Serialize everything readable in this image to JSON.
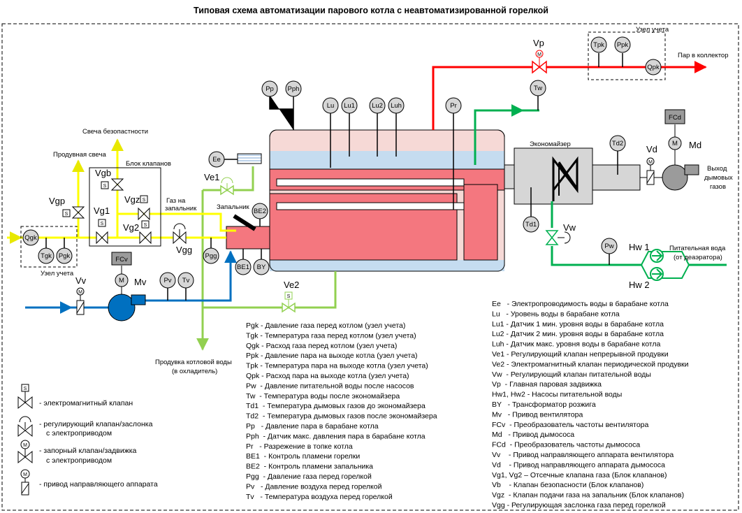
{
  "title": "Типовая схема автоматизации парового котла с неавтоматизированной горелкой",
  "labels": {
    "uzel_top": "Узел учета",
    "par_v_kollektor": "Пар в коллектор",
    "svecha_bez": "Свеча безопастности",
    "produv_svecha": "Продувная свеча",
    "blok_klapanov": "Блок клапанов",
    "gaz_na_1": "Газ на",
    "gaz_na_2": "запальник",
    "zapalnik": "Запальник",
    "economizer": "Экономайзер",
    "vyhod_1": "Выход",
    "vyhod_2": "дымовых",
    "vyhod_3": "газов",
    "pitat_1": "Питательная вода",
    "pitat_2": "(от деаэратора)",
    "uzel_bottom": "Узел учета",
    "produvka_1": "Продувка котловой воды",
    "produvka_2": "(в охладитель)"
  },
  "tags": {
    "Vp": "Vp",
    "Ve1": "Ve1",
    "Ve2": "Ve2",
    "Vgb": "Vgb",
    "Vgp": "Vgp",
    "Vg1": "Vg1",
    "Vgz": "Vgz",
    "Vg2": "Vg2",
    "Vgg": "Vgg",
    "Vv": "Vv",
    "Mv": "Mv",
    "Vd": "Vd",
    "Md": "Md",
    "Vw": "Vw",
    "Hw1": "Hw 1",
    "Hw2": "Hw 2"
  },
  "instruments": {
    "Tpk": "Tpk",
    "Ppk": "Ppk",
    "Qpk": "Qpk",
    "Tw": "Tw",
    "Pp": "Pp",
    "Pph": "Pph",
    "Lu": "Lu",
    "Lu1": "Lu1",
    "Lu2": "Lu2",
    "Luh": "Luh",
    "Pr": "Pr",
    "Ee": "Ee",
    "BE2": "BE2",
    "BE1": "BE1",
    "BY": "BY",
    "Pgg": "Pgg",
    "Qgk": "Qgk",
    "Tgk": "Tgk",
    "Pgk": "Pgk",
    "Pv": "Pv",
    "Tv": "Tv",
    "Td1": "Td1",
    "Td2": "Td2",
    "Pw": "Pw",
    "FCv": "FCv",
    "FCd": "FCd",
    "M": "M",
    "S": "S",
    "Mm": "M"
  },
  "legend_middle": [
    "Pgk - Давление газа перед котлом (узел учета)",
    "Tgk - Температура газа перед котлом (узел учета)",
    "Qgk - Расход газа перед котлом (узел учета)",
    "Ppk - Давление пара на выходе котла (узел учета)",
    "Tpk - Температура пара на выходе котла (узел учета)",
    "Qpk - Расход пара на выходе котла (узел учета)",
    "Pw  - Давление питательной воды после насосов",
    "Tw  - Температура воды после экономайзера",
    "Td1  - Температура дымовых газов до экономайзера",
    "Td2  - Температура дымовых газов после экономайзера",
    "Pp   - Давление пара в барабане котла",
    "Pph  - Датчик макс. давления пара в барабане котла",
    "Pr   - Разрежение в топке котла",
    "BE1  - Контроль пламени горелки",
    "BE2  - Контроль пламени запальника",
    "Pgg  - Давление газа перед горелкой",
    "Pv   - Давление воздуха перед горелкой",
    "Tv   - Температура воздуха перед горелкой"
  ],
  "legend_right": [
    "Ee   - Электропроводимость воды в барабане котла",
    "Lu   - Уровень воды в барабане котла",
    "Lu1 - Датчик 1 мин. уровня воды в барабане котла",
    "Lu2 - Датчик 2 мин. уровня воды в барабане котла",
    "Luh - Датчик макс. уровня воды в барабане котла",
    "Ve1 - Регулирующий клапан непрерывной продувки",
    "Ve2 - Электромагнитный клапан периодической продувки",
    "Vw  - Регулирующий клапан питательной воды",
    "Vp  - Главная паровая задвижка",
    "Hw1, Hw2 - Насосы питательной воды",
    "BY   - Трансформатор розжига",
    "Mv   - Привод вентилятора",
    "FCv  - Преобразователь частоты вентилятора",
    "Md   - Привод дымососа",
    "FCd  - Преобразователь частоты дымососа",
    "Vv    - Привод направляющего аппарата вентилятора",
    "Vd    - Привод направляющего аппарата дымососа",
    "Vg1, Vg2 – Отсечные клапана газа (Блок клапанов)",
    "Vb    - Клапан безопасности (Блок клапанов)",
    "Vgz  - Клапан подачи газа на запальник (Блок клапанов)",
    "Vgg - Регулирующая заслонка газа перед горелкой"
  ],
  "symbols_legend": [
    "- электромагнитный клапан",
    "- регулирующий клапан/заслонка",
    "с электроприводом",
    "- запорный клапан/задвижка",
    "с электроприводом",
    "- привод направляющего аппарата"
  ],
  "colors": {
    "steam": "#ff0000",
    "gas": "#ffff00",
    "air": "#0070c0",
    "water": "#00b050",
    "blowdown": "#92d050",
    "boiler": "#f4777f",
    "water_zone": "#c5dcf0"
  }
}
